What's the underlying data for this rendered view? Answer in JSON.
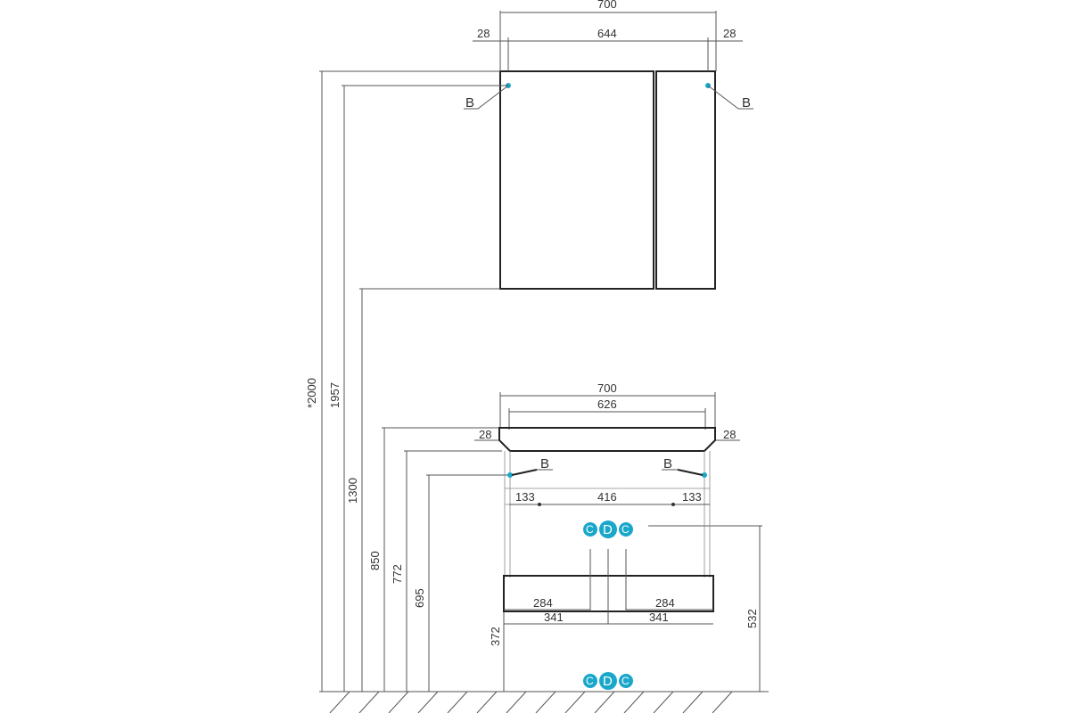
{
  "top_cabinet": {
    "width_total": "700",
    "width_inner": "644",
    "side_left": "28",
    "side_right": "28",
    "mount_left": "B",
    "mount_right": "B"
  },
  "heights": {
    "overall": "*2000",
    "top_mount": "1957",
    "top_bottom": "1300",
    "sink_top": "850",
    "sink_under": "772",
    "mount_line": "695",
    "base_top": "372",
    "outlet": "532"
  },
  "bottom_cabinet": {
    "width_total": "700",
    "width_inner": "626",
    "side_left": "28",
    "side_right": "28",
    "mount_left": "B",
    "mount_right": "B",
    "holes_left": "133",
    "holes_middle": "416",
    "holes_right": "133",
    "pipe_left_inner": "284",
    "pipe_left_outer": "341",
    "pipe_right_inner": "284",
    "pipe_right_outer": "341"
  },
  "connections": {
    "upper": [
      "C",
      "D",
      "C"
    ],
    "floor": [
      "C",
      "D",
      "C"
    ]
  },
  "colors": {
    "accent": "#1aa7c9",
    "line": "#555555"
  }
}
